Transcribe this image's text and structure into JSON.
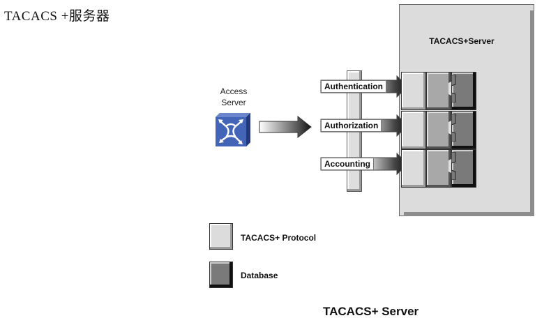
{
  "heading": "TACACS +服务器",
  "access_server": {
    "label_line1": "Access",
    "label_line2": "Server",
    "icon": "router-arrows-icon",
    "icon_color": "#3f5fb0"
  },
  "server": {
    "title": "TACACS+Server"
  },
  "services": [
    {
      "label": "Authentication"
    },
    {
      "label": "Authorization"
    },
    {
      "label": "Accounting"
    }
  ],
  "legend": [
    {
      "label": "TACACS+ Protocol",
      "color": "#dcdcdc"
    },
    {
      "label": "Database",
      "color": "#7a7a7a"
    }
  ],
  "caption": "TACACS+ Server"
}
